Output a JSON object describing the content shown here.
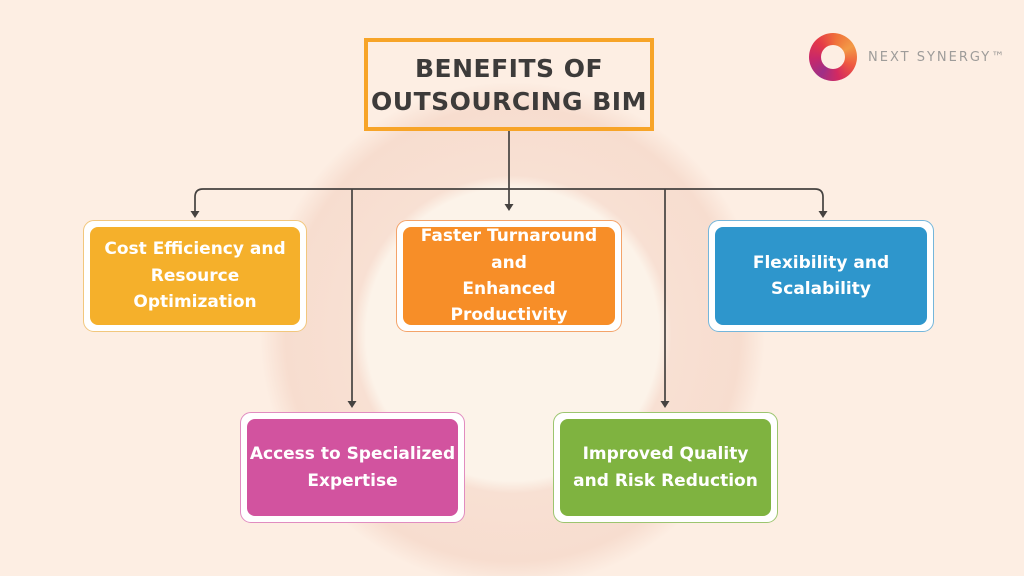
{
  "page": {
    "background": "#FDEEE3"
  },
  "header": {
    "title_lines": [
      "BENEFITS OF",
      "OUTSOURCING BIM"
    ],
    "brand": {
      "name": "NEXT SYNERGY™",
      "logo_icon": "gradient-ring-icon"
    }
  },
  "colors": {
    "title_border": "#F7A428",
    "title_text": "#3D3B3A",
    "connector": "#454240",
    "brand_text": "#9E9C9A",
    "node_outer_bg": "#FFFFFF"
  },
  "nodes": [
    {
      "id": "cost-efficiency",
      "lines": [
        "Cost Efficiency and",
        "Resource Optimization"
      ],
      "fill": "#F5B02B",
      "border": "#F2C77D"
    },
    {
      "id": "faster-turnaround",
      "lines": [
        "Faster Turnaround and",
        "Enhanced Productivity"
      ],
      "fill": "#F78E28",
      "border": "#F4A369"
    },
    {
      "id": "flexibility-scalability",
      "lines": [
        "Flexibility and",
        "Scalability"
      ],
      "fill": "#2E96CC",
      "border": "#74B6DB"
    },
    {
      "id": "specialized-expertise",
      "lines": [
        "Access to Specialized",
        "Expertise"
      ],
      "fill": "#D2539F",
      "border": "#E18CC0"
    },
    {
      "id": "improved-quality",
      "lines": [
        "Improved Quality",
        "and Risk Reduction"
      ],
      "fill": "#7FB340",
      "border": "#9CC56F"
    }
  ]
}
